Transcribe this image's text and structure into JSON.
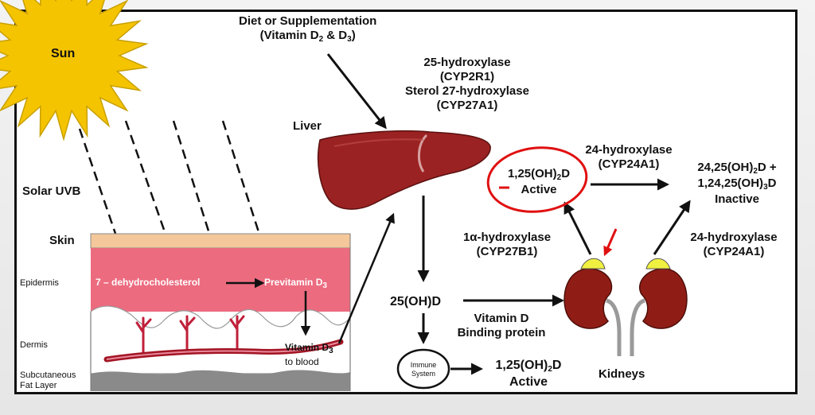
{
  "sun": {
    "label": "Sun"
  },
  "solar_uvb": "Solar UVB",
  "diet": {
    "line1": "Diet or Supplementation",
    "line2": "(Vitamin D",
    "line2_sub1": "2",
    "line2_mid": " & D",
    "line2_sub2": "3",
    "line2_end": ")"
  },
  "liver": {
    "label": "Liver"
  },
  "liver_enzymes": {
    "e1": "25-hydroxylase",
    "e1_code": "(CYP2R1)",
    "e2": "Sterol 27-hydroxylase",
    "e2_code": "(CYP27A1)"
  },
  "skin": {
    "label": "Skin",
    "epidermis": "Epidermis",
    "dermis": "Dermis",
    "subcutaneous_1": "Subcutaneous",
    "subcutaneous_2": "Fat Layer",
    "precursor": "7 – dehydrocholesterol",
    "previtamin": "Previtamin D",
    "previtamin_sub": "3",
    "vitamin_d3": "Vitamin D",
    "vitamin_d3_sub": "3",
    "to_blood": "to blood"
  },
  "calcidiol": "25(OH)D",
  "binding_protein": {
    "line1": "Vitamin D",
    "line2": "Binding protein"
  },
  "immune": {
    "line1": "Immune",
    "line2": "System"
  },
  "immune_product": {
    "pre": "1,25(OH)",
    "sub": "2",
    "post": "D",
    "line2": "Active"
  },
  "kidneys": {
    "label": "Kidneys"
  },
  "one_alpha": {
    "line1": "1α-hydroxylase",
    "line2": "(CYP27B1)"
  },
  "active_circle": {
    "pre": "1,25(OH)",
    "sub": "2",
    "post": "D",
    "line2": "Active"
  },
  "hydroxylase_24_top": {
    "line1": "24-hydroxylase",
    "line2": "(CYP24A1)"
  },
  "inactive": {
    "l1_pre": "24,25(OH)",
    "l1_sub": "2",
    "l1_post": "D +",
    "l2_pre": "1,24,25(OH)",
    "l2_sub": "3",
    "l2_post": "D",
    "l3": "Inactive"
  },
  "hydroxylase_24_right": {
    "line1": "24-hydroxylase",
    "line2": "(CYP24A1)"
  },
  "colors": {
    "sun": "#f5c400",
    "sun_outline": "#c8a000",
    "skin_top": "#f4c89a",
    "epidermis": "#ec6b7f",
    "liver": "#9b2222",
    "kidney": "#8f1d16",
    "adrenal": "#f0f040",
    "annotation_red": "#e01010",
    "fat": "#8a8a8a"
  }
}
